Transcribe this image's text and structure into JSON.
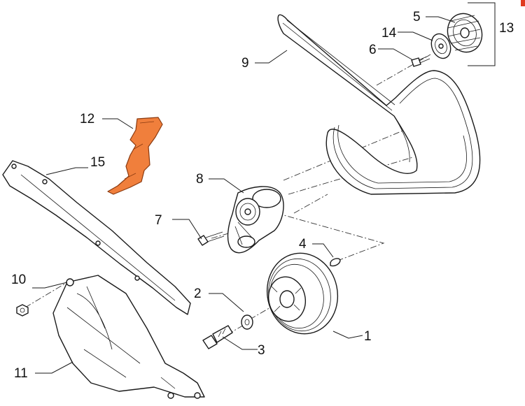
{
  "diagram": {
    "colors": {
      "ink": "#1a1a1a",
      "background": "#ffffff",
      "highlight_part": "#f07f3c",
      "corner_mark": "#e03a1e"
    },
    "callouts": [
      {
        "id": "1",
        "label": "1"
      },
      {
        "id": "2",
        "label": "2"
      },
      {
        "id": "3",
        "label": "3"
      },
      {
        "id": "4",
        "label": "4"
      },
      {
        "id": "5",
        "label": "5"
      },
      {
        "id": "6",
        "label": "6"
      },
      {
        "id": "7",
        "label": "7"
      },
      {
        "id": "8",
        "label": "8"
      },
      {
        "id": "9",
        "label": "9"
      },
      {
        "id": "10",
        "label": "10"
      },
      {
        "id": "11",
        "label": "11"
      },
      {
        "id": "12",
        "label": "12"
      },
      {
        "id": "13",
        "label": "13"
      },
      {
        "id": "14",
        "label": "14"
      },
      {
        "id": "15",
        "label": "15"
      }
    ],
    "parts": [
      {
        "id": "1",
        "icon": "crankshaft-pulley-icon"
      },
      {
        "id": "2",
        "icon": "washer-icon"
      },
      {
        "id": "3",
        "icon": "pulley-bolt-icon"
      },
      {
        "id": "4",
        "icon": "woodruff-key-icon"
      },
      {
        "id": "5",
        "icon": "idler-pulley-icon"
      },
      {
        "id": "6",
        "icon": "screw-icon"
      },
      {
        "id": "7",
        "icon": "tensioner-bolt-icon"
      },
      {
        "id": "8",
        "icon": "belt-tensioner-icon"
      },
      {
        "id": "9",
        "icon": "poly-v-belt-icon"
      },
      {
        "id": "10",
        "icon": "nut-icon"
      },
      {
        "id": "11",
        "icon": "timing-cover-icon"
      },
      {
        "id": "12",
        "icon": "bracket-icon",
        "highlighted": true
      },
      {
        "id": "13",
        "icon": "pulley-kit-bracket-icon"
      },
      {
        "id": "14",
        "icon": "pulley-cap-icon"
      },
      {
        "id": "15",
        "icon": "cover-strip-icon"
      }
    ]
  }
}
